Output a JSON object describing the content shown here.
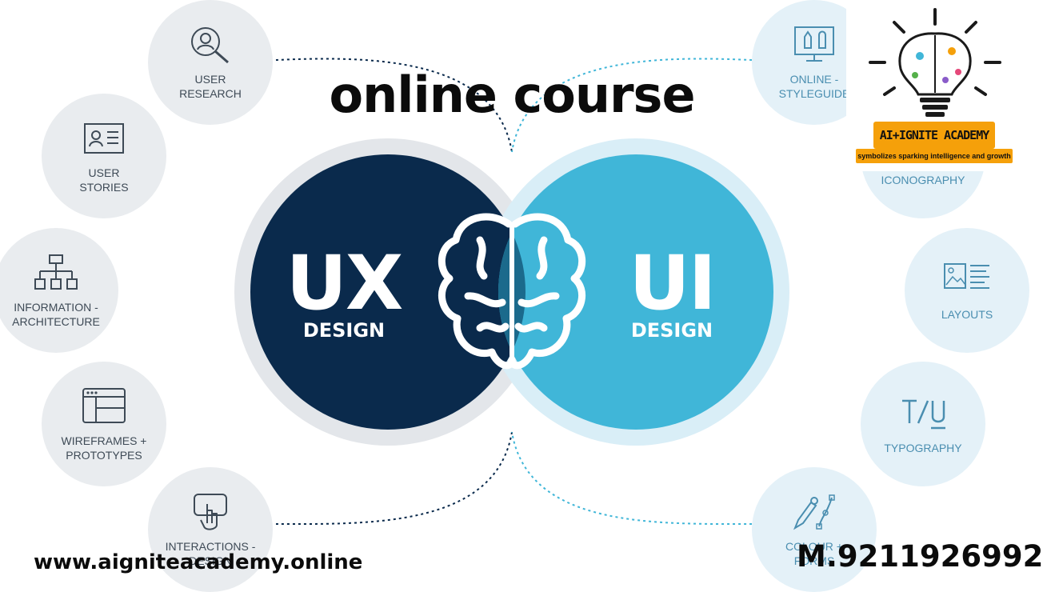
{
  "title": "online course",
  "ux": {
    "main": "UX",
    "sub": "DESIGN",
    "color": "#0a2a4c"
  },
  "ui": {
    "main": "UI",
    "sub": "DESIGN",
    "color": "#40b6d8"
  },
  "left_nodes": [
    {
      "label": "USER\nRESEARCH",
      "icon": "user-search-icon"
    },
    {
      "label": "USER\nSTORIES",
      "icon": "id-card-icon"
    },
    {
      "label": "INFORMATION -\nARCHITECTURE",
      "icon": "sitemap-icon"
    },
    {
      "label": "WIREFRAMES +\nPROTOTYPES",
      "icon": "browser-window-icon"
    },
    {
      "label": "INTERACTIONS -\nDESIGN",
      "icon": "tap-hand-icon"
    }
  ],
  "right_nodes": [
    {
      "label": "ONLINE -\nSTYLEGUIDE",
      "icon": "monitor-brush-icon"
    },
    {
      "label": "ICONOGRAPHY",
      "icon": "icons-icon"
    },
    {
      "label": "LAYOUTS",
      "icon": "layout-icon"
    },
    {
      "label": "TYPOGRAPHY",
      "icon": "type-icon"
    },
    {
      "label": "COLOUR +\nFORMS",
      "icon": "pen-tool-icon"
    }
  ],
  "logo": {
    "name": "AI+IGNITE ACADEMY",
    "tagline": "symbolizes sparking intelligence and growth",
    "accent": "#f5a00a",
    "icon": "brain-lightbulb-icon"
  },
  "footer": {
    "url": "www.aigniteacademy.online",
    "phone": "M.9211926992"
  }
}
